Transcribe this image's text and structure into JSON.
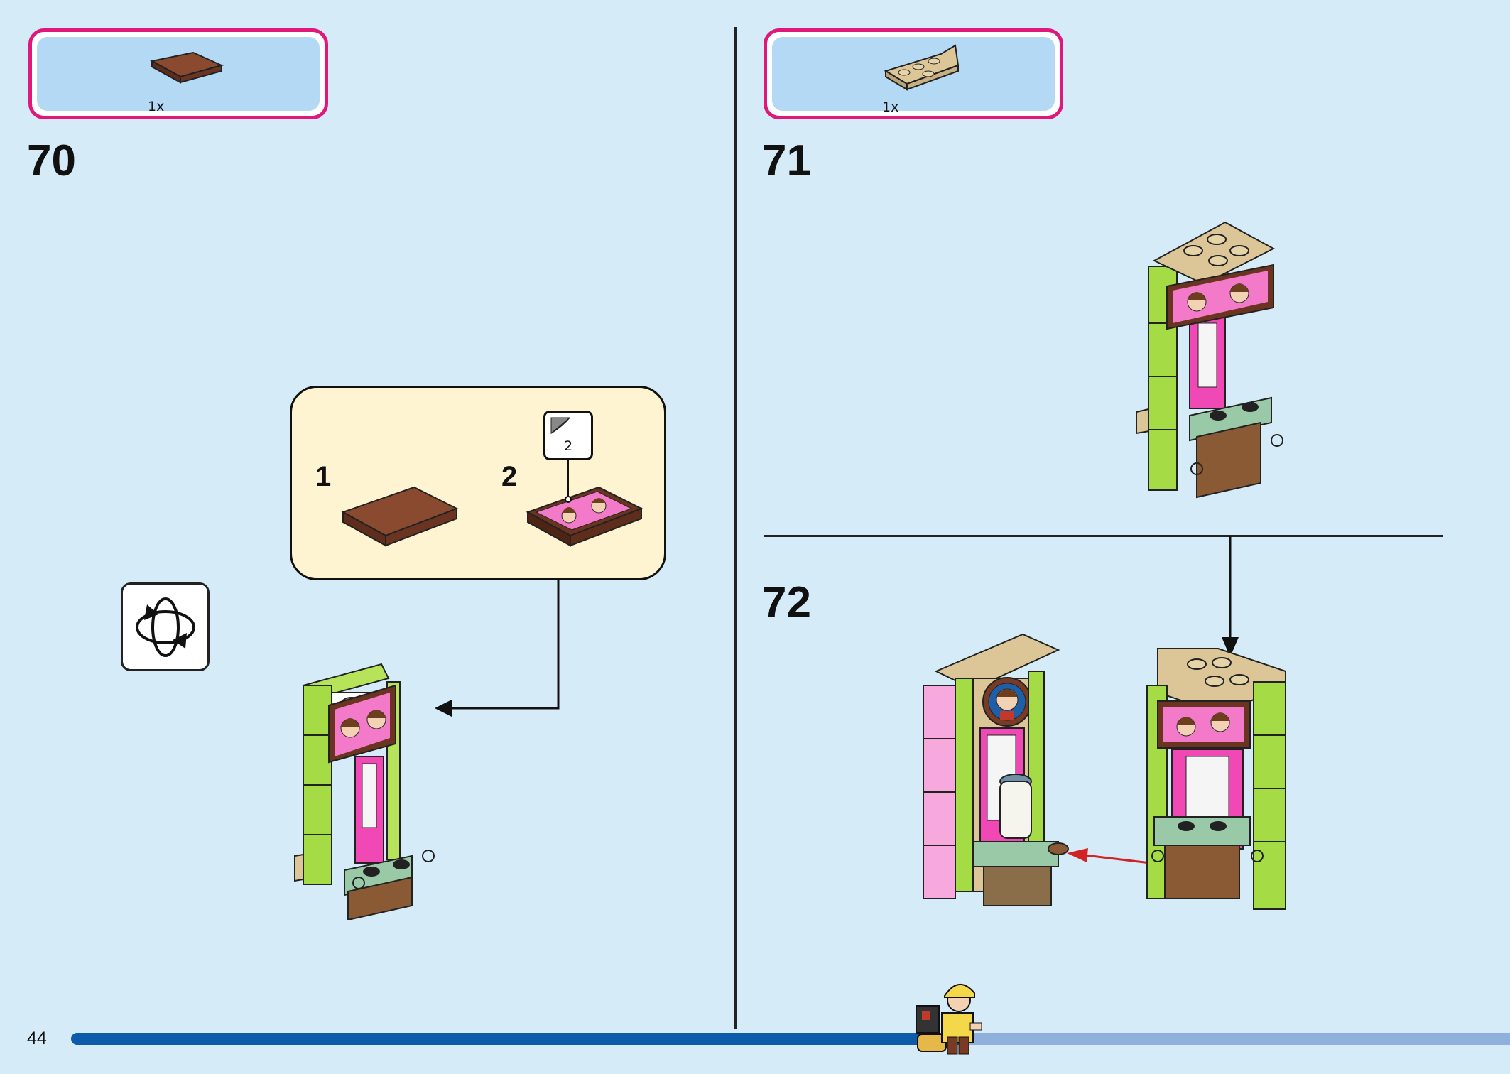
{
  "page": {
    "number": "44",
    "progress_percent": 62
  },
  "step70": {
    "number": "70",
    "parts": [
      {
        "qty": "1x",
        "piece": "reddish-brown 2x4 tile"
      }
    ],
    "callout": {
      "sub_steps": [
        "1",
        "2"
      ],
      "sticker_number": "2"
    }
  },
  "step71": {
    "number": "71",
    "parts": [
      {
        "qty": "1x",
        "piece": "tan 2x4 wedge plate"
      }
    ]
  },
  "step72": {
    "number": "72"
  },
  "colors": {
    "background": "#d6ebf8",
    "parts_border": "#e0187a",
    "parts_fill": "#b3d9f4",
    "callout_fill": "#fff4d1",
    "progress_dark": "#0d5bab",
    "progress_light": "#8fb0dc",
    "lime": "#a5dc45",
    "pink": "#f048b4",
    "tan": "#dcc697",
    "reddish_brown": "#7a3b25"
  }
}
